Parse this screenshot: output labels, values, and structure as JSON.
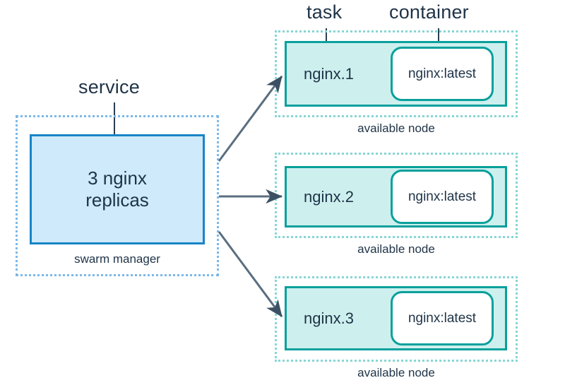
{
  "diagram": {
    "title_labels": {
      "service": "service",
      "task": "task",
      "container": "container"
    },
    "service": {
      "caption": "swarm manager",
      "box_text_line1": "3 nginx",
      "box_text_line2": "replicas",
      "box_fill": "#cfeafb",
      "box_border": "#1884c7",
      "group_border": "#7cb8e8"
    },
    "nodes": [
      {
        "task_name": "nginx.1",
        "container_name": "nginx:latest",
        "caption": "available node",
        "box_fill": "#cdf0ee",
        "box_border": "#09a09c",
        "group_border": "#86d6d4"
      },
      {
        "task_name": "nginx.2",
        "container_name": "nginx:latest",
        "caption": "available node",
        "box_fill": "#cdf0ee",
        "box_border": "#09a09c",
        "group_border": "#86d6d4"
      },
      {
        "task_name": "nginx.3",
        "container_name": "nginx:latest",
        "caption": "available node",
        "box_fill": "#cdf0ee",
        "box_border": "#09a09c",
        "group_border": "#86d6d4"
      }
    ],
    "arrows": {
      "color": "#5a6e80",
      "count": 3
    },
    "text_color": "#1f3347"
  }
}
